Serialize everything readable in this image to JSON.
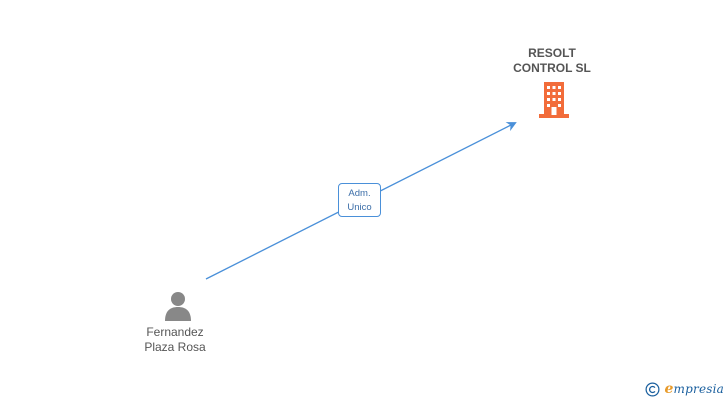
{
  "company": {
    "name_line1": "RESOLT",
    "name_line2": "CONTROL SL",
    "icon": "building-icon",
    "icon_color": "#f26c3a"
  },
  "person": {
    "name_line1": "Fernandez",
    "name_line2": "Plaza Rosa",
    "icon": "person-icon",
    "icon_color": "#888888"
  },
  "relation": {
    "line1": "Adm.",
    "line2": "Unico",
    "line_color": "#4a90d9"
  },
  "brand": {
    "copyright_symbol": "©",
    "initial": "e",
    "name_rest": "mpresia",
    "accent_color": "#e89b2b",
    "text_color": "#1a5f9e"
  }
}
